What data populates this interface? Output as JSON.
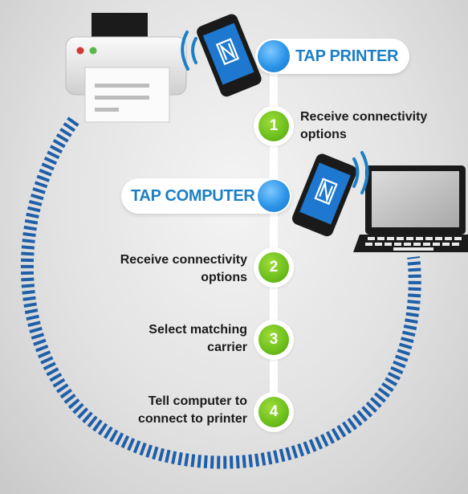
{
  "steps": {
    "tap_printer": "TAP PRINTER",
    "step1": {
      "number": "1",
      "line1": "Receive connectivity",
      "line2": "options"
    },
    "tap_computer": "TAP COMPUTER",
    "step2": {
      "number": "2",
      "line1": "Receive connectivity",
      "line2": "options"
    },
    "step3": {
      "number": "3",
      "line1": "Select matching",
      "line2": "carrier"
    },
    "step4": {
      "number": "4",
      "line1": "Tell computer to",
      "line2": "connect to printer"
    }
  },
  "colors": {
    "accent_blue": "#1c7fc6",
    "dot_blue": "#2a94e8",
    "step_green": "#6cbf1c",
    "arc_blue": "#1f5fa8"
  },
  "icons": [
    "printer-icon",
    "phone-nfc-icon",
    "wireless-waves-icon",
    "laptop-icon"
  ]
}
